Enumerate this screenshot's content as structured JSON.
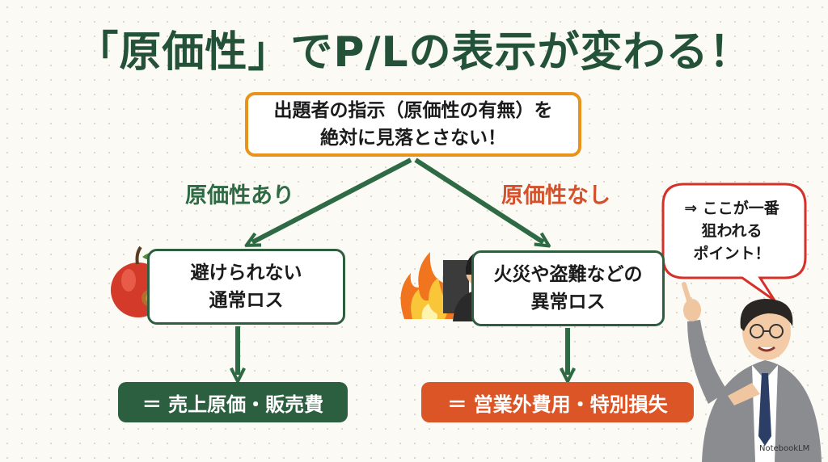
{
  "title": "「原価性」でP/Lの表示が変わる！",
  "top_box": {
    "line1": "出題者の指示（原価性の有無）を",
    "line2": "絶対に見落とさない！"
  },
  "branches": {
    "left": {
      "label": "原価性あり",
      "box_line1": "避けられない",
      "box_line2": "通常ロス",
      "result": "＝ 売上原価・販売費"
    },
    "right": {
      "label": "原価性なし",
      "box_line1": "火災や盗難などの",
      "box_line2": "異常ロス",
      "result": "＝ 営業外費用・特別損失"
    }
  },
  "callout": {
    "line1": "⇒ ここが一番",
    "line2": "狙われる",
    "line3": "ポイント！"
  },
  "badge": "NotebookLM",
  "colors": {
    "green": "#2b5f3f",
    "orange": "#e8941c",
    "red": "#dc5526"
  },
  "icons": [
    "apple-icon",
    "fire-icon",
    "thief-icon",
    "teacher-illustration"
  ]
}
